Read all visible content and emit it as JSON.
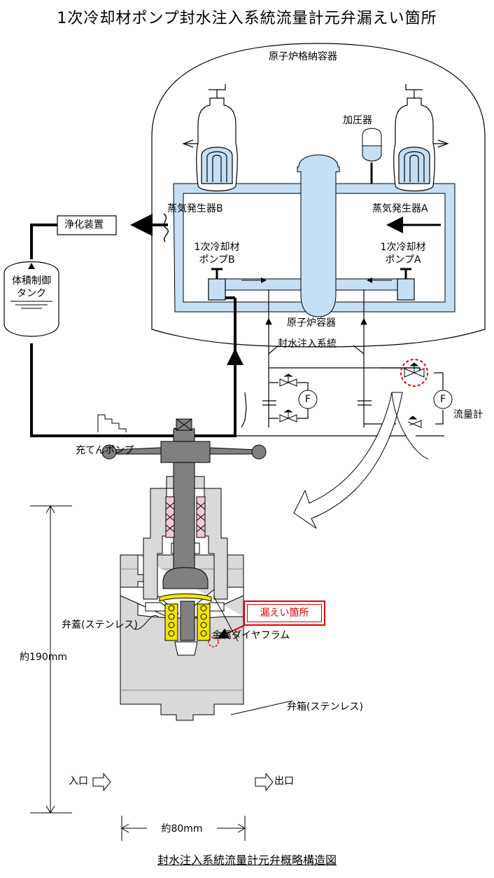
{
  "title": "1次冷却材ポンプ封水注入系統流量計元弁漏えい箇所",
  "labels": {
    "containment": "原子炉格納容器",
    "pressurizer": "加圧器",
    "sg_b": "蒸気発生器B",
    "sg_a": "蒸気発生器A",
    "purifier": "浄化装置",
    "pump_b_l1": "1次冷却材",
    "pump_b_l2": "ポンプB",
    "pump_a_l1": "1次冷却材",
    "pump_a_l2": "ポンプA",
    "vct_l1": "体積制御",
    "vct_l2": "タンク",
    "reactor_vessel": "原子炉容器",
    "seal_injection": "封水注入系統",
    "flow_meter": "流量計",
    "charging_pump": "充てんポンプ",
    "meter_symbol": "F",
    "bonnet": "弁蓋(ステンレス)",
    "diaphragm": "金属ダイヤフラム",
    "leak_point": "漏えい箇所",
    "body": "弁箱(ステンレス)",
    "inlet": "入口",
    "outlet": "出口",
    "height_dim": "約190mm",
    "width_dim": "約80mm"
  },
  "caption": "封水注入系統流量計元弁概略構造図",
  "colors": {
    "coolant_fill": "#c5dff5",
    "leak_red": "#e00000",
    "valve_gray": "#d9d9d9",
    "coil_pink": "#f0c8d8",
    "spring_yellow": "#f5e400"
  }
}
